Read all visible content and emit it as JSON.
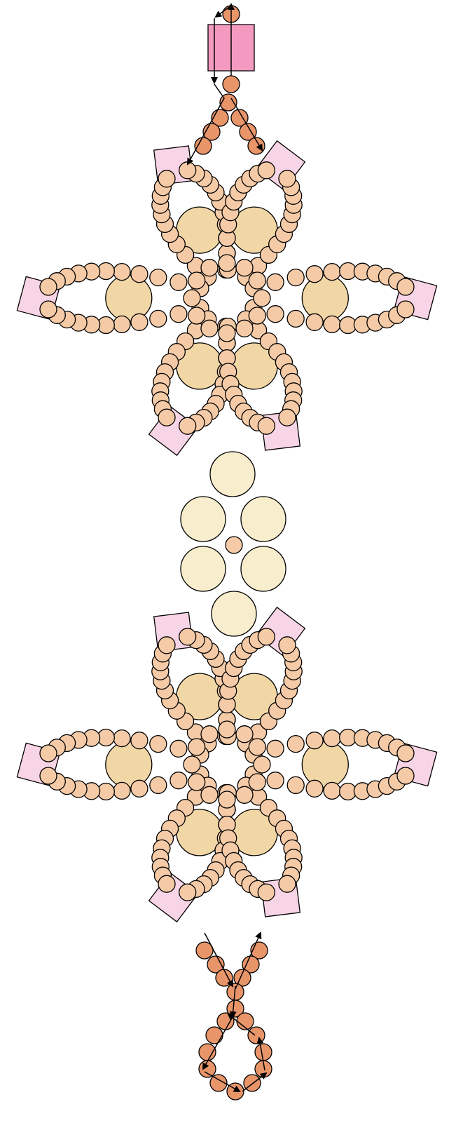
{
  "diagram": {
    "kind": "beading-pattern",
    "colors": {
      "seed_bead": "#F5CBA7",
      "thread_path_bead": "#E8956A",
      "rivoli_large": "#F2D7A6",
      "pearl_center": "#F8EDCD",
      "crystal_small": "#F8D5E6",
      "crystal_top": "#F49AC1",
      "outline": "#000000",
      "background": "#FFFFFF"
    },
    "elements": [
      "seed-bead",
      "thread-path-bead",
      "rivoli-stone",
      "pearl",
      "bicone-crystal",
      "top-crystal",
      "thread-path-arrow"
    ],
    "icons": [
      "arrowhead-icon"
    ]
  }
}
